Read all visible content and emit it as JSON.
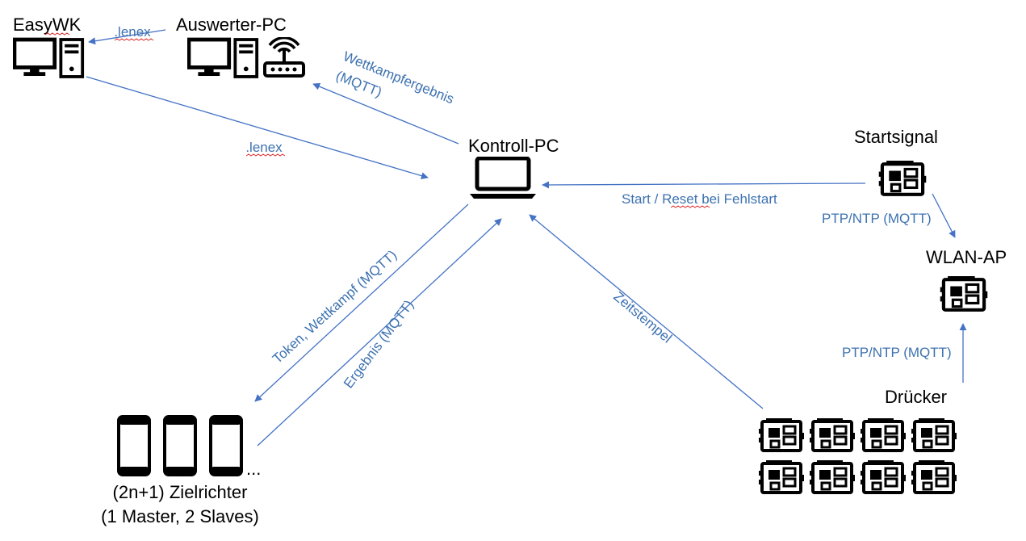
{
  "nodes": {
    "easywk": {
      "label": "EasyWK"
    },
    "auswerter_pc": {
      "label": "Auswerter-PC"
    },
    "kontroll_pc": {
      "label": "Kontroll-PC"
    },
    "startsignal": {
      "label": "Startsignal"
    },
    "wlan_ap": {
      "label": "WLAN-AP"
    },
    "druecker": {
      "label": "Drücker"
    },
    "zielrichter": {
      "label_line1": "(2n+1) Zielrichter",
      "label_line2": "(1 Master, 2 Slaves)",
      "ellipsis": "..."
    }
  },
  "edges": {
    "auswerter_to_easywk": {
      "label": ".lenex"
    },
    "easywk_to_kontroll": {
      "label": ".lenex"
    },
    "kontroll_to_auswerter": {
      "label_line1": "Wettkampfergebnis",
      "label_line2": "(MQTT)"
    },
    "startsignal_to_kontroll": {
      "label": "Start / Reset bei Fehlstart"
    },
    "startsignal_to_wlan": {
      "label": "PTP/NTP (MQTT)"
    },
    "druecker_to_wlan": {
      "label": "PTP/NTP (MQTT)"
    },
    "kontroll_to_zielrichter": {
      "label": "Token, Wettkampf (MQTT)"
    },
    "zielrichter_to_kontroll": {
      "label": "Ergebnis (MQTT)"
    },
    "druecker_to_kontroll": {
      "label": "Zeitstempel"
    }
  },
  "colors": {
    "edge": "#4472c4",
    "edge_label": "#3d72b0",
    "icon": "#000000",
    "spellcheck": "#e03030"
  },
  "icons": [
    "desktop-pc-icon",
    "router-icon",
    "laptop-icon",
    "circuit-board-icon",
    "smartphone-icon"
  ]
}
